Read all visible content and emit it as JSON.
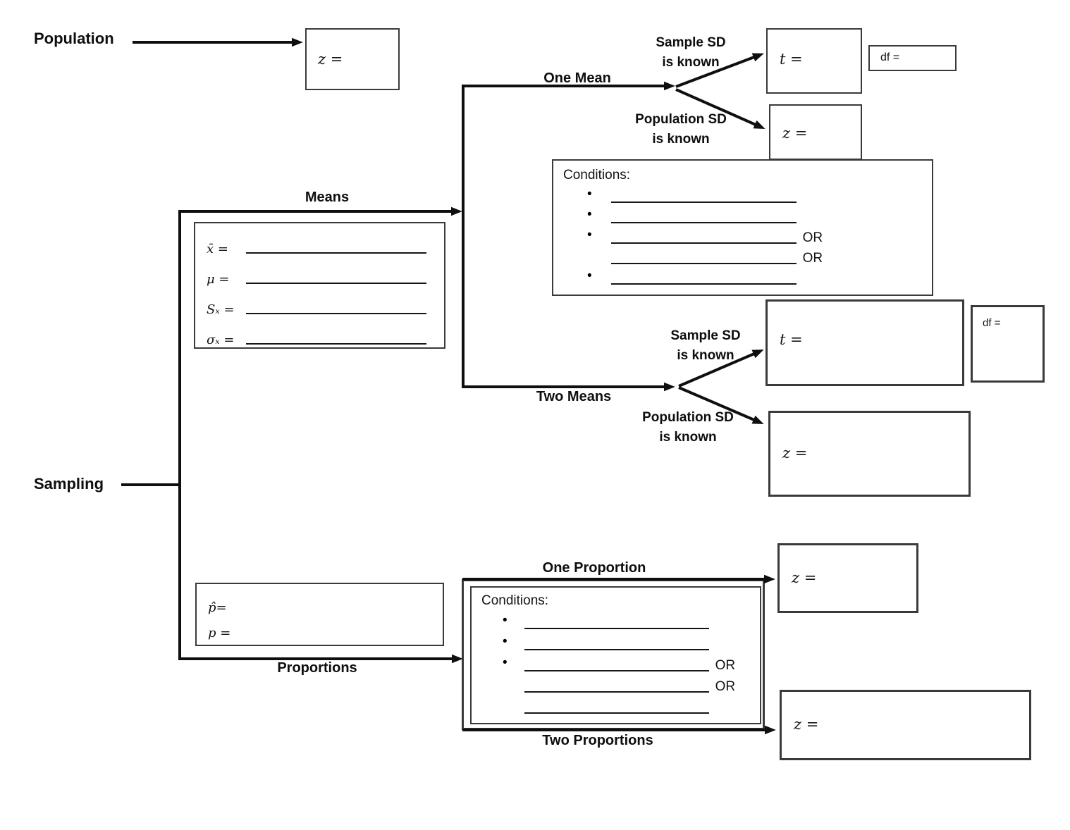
{
  "title_labels": {
    "population": "Population",
    "sampling": "Sampling"
  },
  "branch_labels": {
    "means": "Means",
    "proportions": "Proportions",
    "one_mean": "One Mean",
    "two_means": "Two Means",
    "one_proportion": "One Proportion",
    "two_proportions": "Two Proportions"
  },
  "decision_labels": {
    "sample_sd": "Sample SD",
    "population_sd": "Population SD",
    "is_known": "is known"
  },
  "formulas": {
    "z": "z =",
    "t": "t =",
    "df": "df ="
  },
  "means_box": {
    "rows": [
      "x̄ =",
      "μ =",
      "Sₓ =",
      "σₓ ="
    ]
  },
  "proportions_box": {
    "rows": [
      "p̂=",
      "p ="
    ]
  },
  "conditions_box": {
    "title": "Conditions:",
    "or": "OR",
    "bullet_glyph": "•"
  }
}
